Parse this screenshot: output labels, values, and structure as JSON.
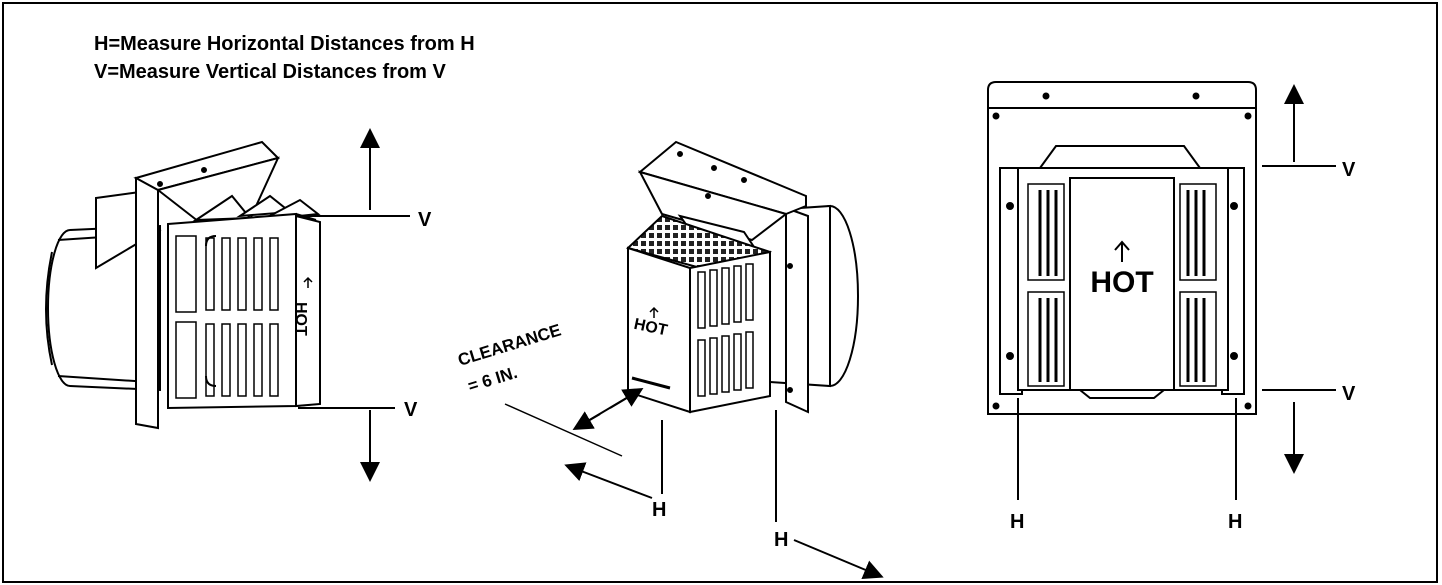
{
  "legend": {
    "line1": "H=Measure Horizontal Distances from H",
    "line2": "V=Measure Vertical Distances from V"
  },
  "labels": {
    "v": "V",
    "h": "H",
    "hot": "HOT",
    "clearance_line1": "CLEARANCE",
    "clearance_line2": "= 6 IN."
  }
}
